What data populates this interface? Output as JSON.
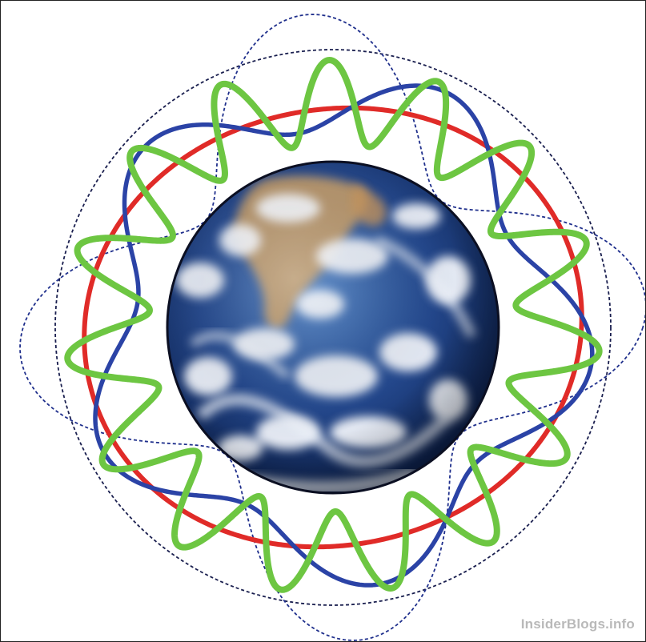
{
  "watermark": "InsiderBlogs.info",
  "colors": {
    "red_wave": "#e02b28",
    "blue_wave": "#2b43a6",
    "green_wave": "#6dc642",
    "dashed_outline": "#1a1f4f",
    "dashed_blue": "#1f2f8c",
    "ocean_dark": "#112a62",
    "ocean_mid": "#2f5ea6",
    "cloud": "#f2f5fa",
    "land_tan": "#d7a96a"
  },
  "diagram": {
    "center_object": "earth-globe",
    "waves": [
      {
        "name": "red",
        "cycles": 2
      },
      {
        "name": "blue",
        "cycles": 5
      },
      {
        "name": "green",
        "cycles": 15
      },
      {
        "name": "dashed-blue",
        "cycles": 4
      }
    ]
  }
}
